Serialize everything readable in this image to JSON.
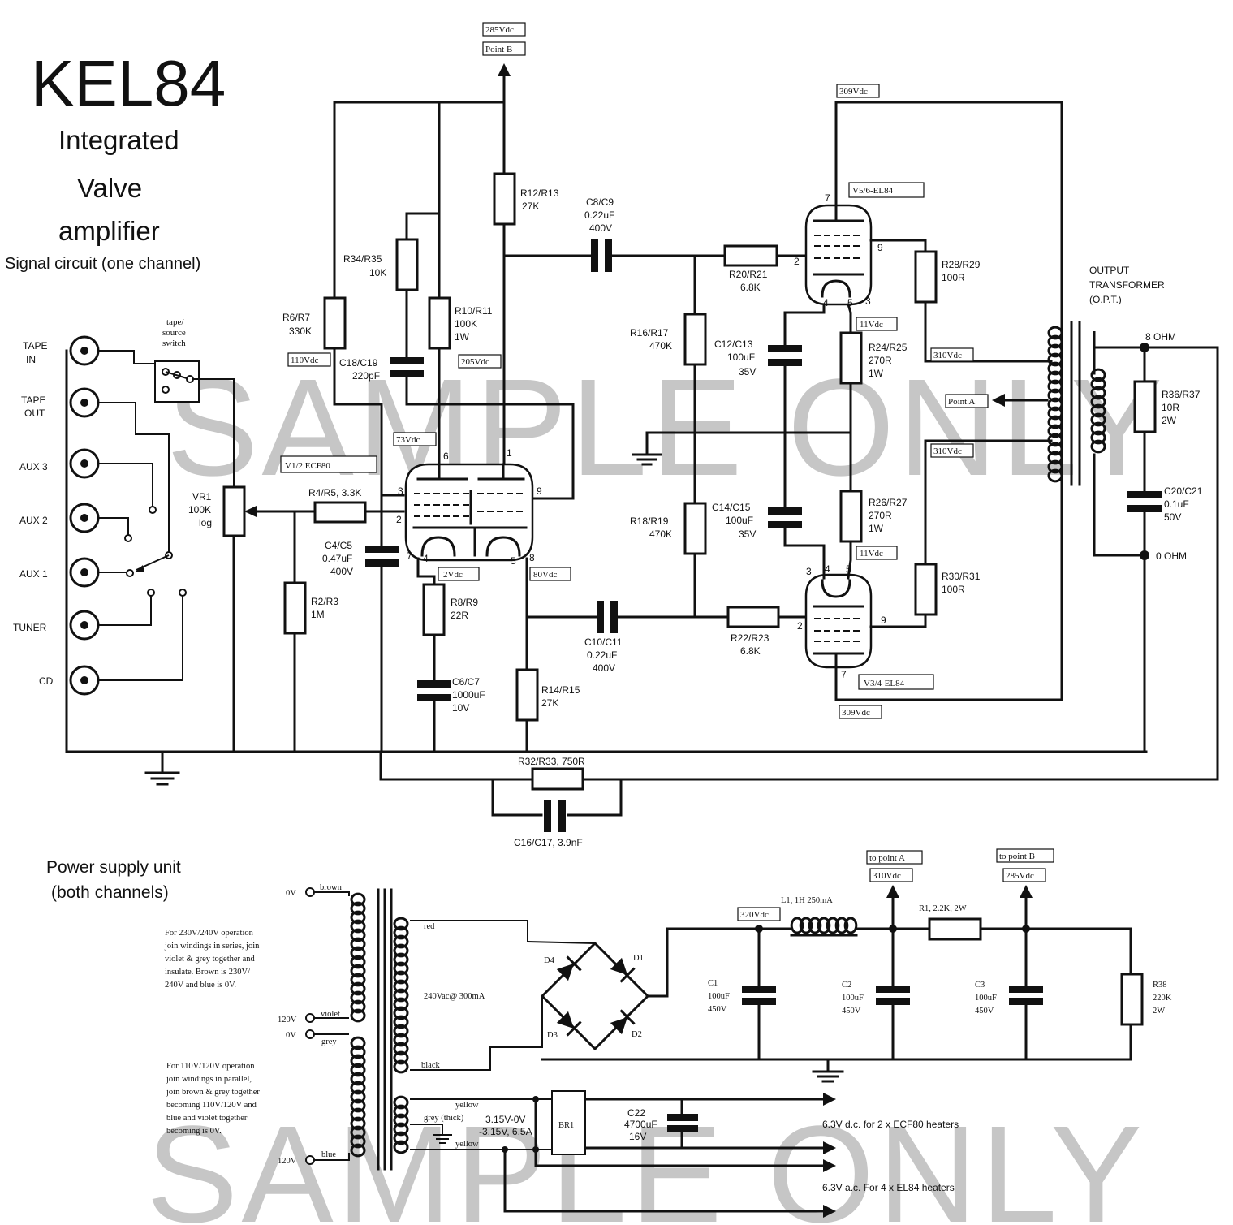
{
  "title": {
    "main": "KEL84",
    "line1": "Integrated",
    "line2": "Valve",
    "line3": "amplifier",
    "line4": "Signal circuit (one channel)"
  },
  "watermark": "SAMPLE ONLY",
  "inputs": [
    "TAPE IN",
    "TAPE OUT",
    "AUX 3",
    "AUX 2",
    "AUX 1",
    "TUNER",
    "CD"
  ],
  "inputs_split": {
    "tape_in_1": "TAPE",
    "tape_in_2": "IN",
    "tape_out_1": "TAPE",
    "tape_out_2": "OUT"
  },
  "switch": {
    "l1": "tape/",
    "l2": "source",
    "l3": "switch"
  },
  "voltages": {
    "v285": "285Vdc",
    "pointB": "Point B",
    "v309top": "309Vdc",
    "v110": "110Vdc",
    "v205": "205Vdc",
    "v73": "73Vdc",
    "v2": "2Vdc",
    "v80": "80Vdc",
    "v11a": "11Vdc",
    "v310a": "310Vdc",
    "pointA": "Point A",
    "v310b": "310Vdc",
    "v11b": "11Vdc",
    "v309bot": "309Vdc"
  },
  "tubes": {
    "ecf80": "V1/2 ECF80",
    "el84top": "V5/6-EL84",
    "el84bot": "V3/4-EL84"
  },
  "components": {
    "r12": [
      "R12/R13",
      "27K"
    ],
    "c8": [
      "C8/C9",
      "0.22uF",
      "400V"
    ],
    "r34": [
      "R34/R35",
      "10K"
    ],
    "r10": [
      "R10/R11",
      "100K",
      "1W"
    ],
    "r6": [
      "R6/R7",
      "330K"
    ],
    "c18": [
      "C18/C19",
      "220pF"
    ],
    "vr1": [
      "VR1",
      "100K",
      "log"
    ],
    "r4": "R4/R5, 3.3K",
    "r2": [
      "R2/R3",
      "1M"
    ],
    "c4": [
      "C4/C5",
      "0.47uF",
      "400V"
    ],
    "r8": [
      "R8/R9",
      "22R"
    ],
    "c6": [
      "C6/C7",
      "1000uF",
      "10V"
    ],
    "r14": [
      "R14/R15",
      "27K"
    ],
    "c10": [
      "C10/C11",
      "0.22uF",
      "400V"
    ],
    "r16": [
      "R16/R17",
      "470K"
    ],
    "r18": [
      "R18/R19",
      "470K"
    ],
    "r20": [
      "R20/R21",
      "6.8K"
    ],
    "r22": [
      "R22/R23",
      "6.8K"
    ],
    "c12": [
      "C12/C13",
      "100uF",
      "35V"
    ],
    "c14": [
      "C14/C15",
      "100uF",
      "35V"
    ],
    "r24": [
      "R24/R25",
      "270R",
      "1W"
    ],
    "r26": [
      "R26/R27",
      "270R",
      "1W"
    ],
    "r28": [
      "R28/R29",
      "100R"
    ],
    "r30": [
      "R30/R31",
      "100R"
    ],
    "opt": [
      "OUTPUT",
      "TRANSFORMER",
      "(O.P.T.)"
    ],
    "ohm8": "8 OHM",
    "ohm0": "0 OHM",
    "r36": [
      "R36/R37",
      "10R",
      "2W"
    ],
    "c20": [
      "C20/C21",
      "0.1uF",
      "50V"
    ],
    "r32": "R32/R33, 750R",
    "c16": "C16/C17, 3.9nF"
  },
  "pins": {
    "ecf80": [
      "6",
      "1",
      "3",
      "2",
      "9",
      "7",
      "4",
      "5",
      "8"
    ],
    "el84top": [
      "7",
      "9",
      "2",
      "4",
      "5",
      "3"
    ],
    "el84bot": [
      "3",
      "4",
      "5",
      "2",
      "9",
      "7"
    ]
  },
  "psu": {
    "title1": "Power supply unit",
    "title2": "(both channels)",
    "ov1": "0V",
    "brown": "brown",
    "v120a": "120V",
    "violet": "violet",
    "ov2": "0V",
    "grey": "grey",
    "v120b": "120V",
    "blue": "blue",
    "note230": [
      "For 230V/240V operation",
      "join windings in series, join",
      "violet & grey together and",
      "insulate. Brown is 230V/",
      "240V and blue is 0V."
    ],
    "note110": [
      "For 110V/120V operation",
      "join windings in parallel,",
      "join brown & grey together",
      "becoming 110V/120V and",
      "blue and violet together",
      "becoming is 0V."
    ],
    "red": "red",
    "black": "black",
    "sec": "240Vac@ 300mA",
    "d1": "D1",
    "d2": "D2",
    "d3": "D3",
    "d4": "D4",
    "v320": "320Vdc",
    "l1": "L1, 1H 250mA",
    "toA": "to point A",
    "v310": "310Vdc",
    "toB": "to point B",
    "v285": "285Vdc",
    "r1": "R1, 2.2K, 2W",
    "c1": [
      "C1",
      "100uF",
      "450V"
    ],
    "c2": [
      "C2",
      "100uF",
      "450V"
    ],
    "c3": [
      "C3",
      "100uF",
      "450V"
    ],
    "r38": [
      "R38",
      "220K",
      "2W"
    ],
    "yellow1": "yellow",
    "greythick": "grey (thick)",
    "yellow2": "yellow",
    "heatv": [
      "3.15V-0V",
      "-3.15V, 6.5A"
    ],
    "br1": "BR1",
    "c22": [
      "C22",
      "4700uF",
      "16V"
    ],
    "out1": "6.3V d.c. for  2 x ECF80 heaters",
    "out2": "6.3V a.c. For 4 x EL84 heaters"
  }
}
